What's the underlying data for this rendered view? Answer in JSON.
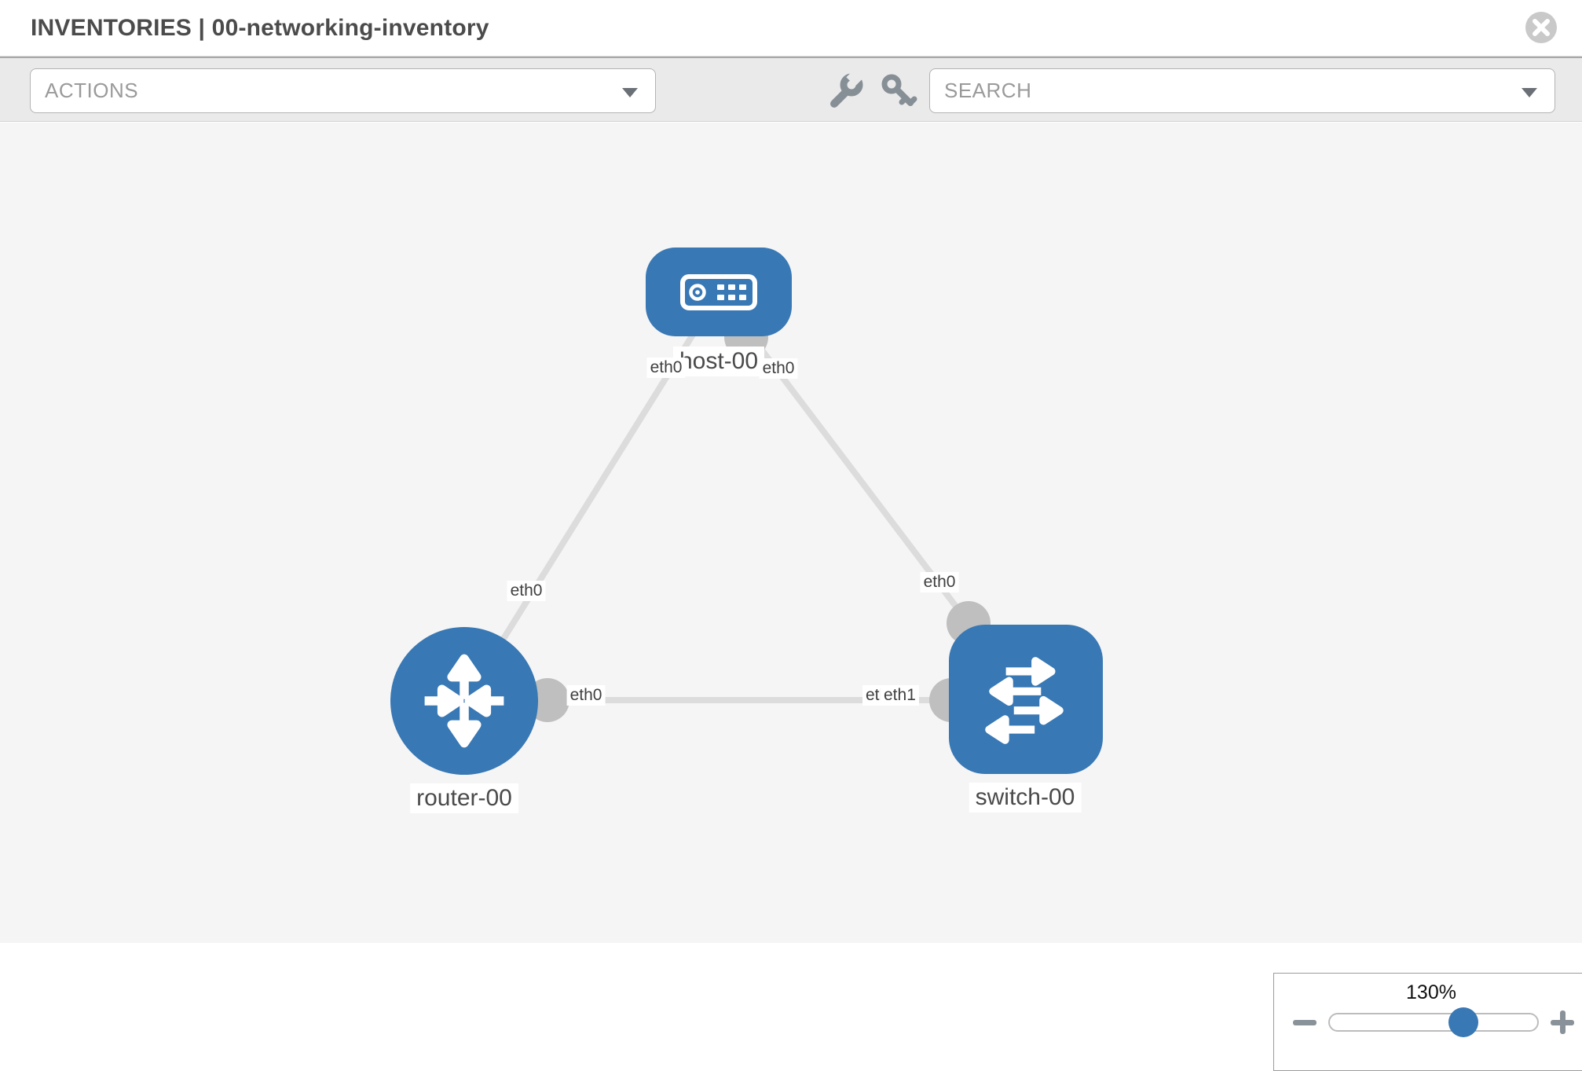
{
  "header": {
    "title": "INVENTORIES | 00-networking-inventory"
  },
  "toolbar": {
    "actions_placeholder": "ACTIONS",
    "search_placeholder": "SEARCH",
    "tools": [
      "wrench-icon",
      "key-icon"
    ]
  },
  "topology": {
    "nodes": [
      {
        "name": "host-00",
        "type": "host"
      },
      {
        "name": "router-00",
        "type": "router"
      },
      {
        "name": "switch-00",
        "type": "switch"
      }
    ],
    "links": [
      {
        "source": "host-00",
        "source_port": "eth0",
        "target": "router-00",
        "target_port": "eth0"
      },
      {
        "source": "host-00",
        "source_port": "eth0",
        "target": "switch-00",
        "target_port": "eth0"
      },
      {
        "source": "router-00",
        "source_port": "eth0",
        "target": "switch-00",
        "target_port": "eth1"
      }
    ],
    "port_labels": {
      "host_left": "eth0",
      "host_right": "eth0",
      "router_top": "eth0",
      "router_right": "eth0",
      "switch_top": "eth0",
      "switch_left_back": "eth0",
      "switch_left_front": "eth1"
    }
  },
  "zoom_control": {
    "level": "130%"
  },
  "colors": {
    "node_blue": "#3878b4",
    "link_gray": "#dcdcdc",
    "endpoint_gray": "#bfbfbf",
    "toolbar_bg": "#eaeaea",
    "canvas_bg": "#f5f5f5",
    "icon_gray": "#878f96"
  }
}
